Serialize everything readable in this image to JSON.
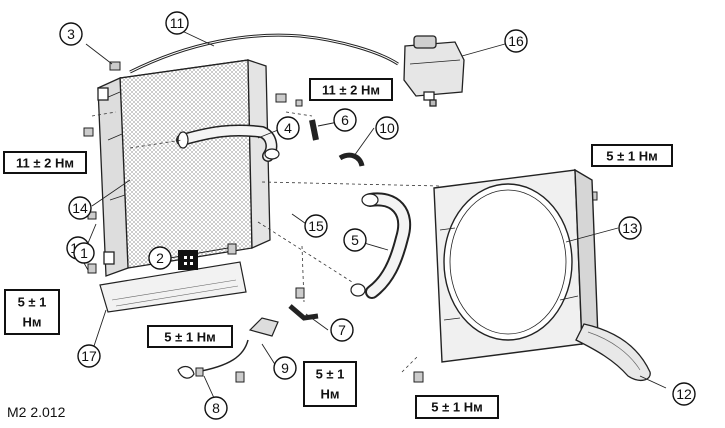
{
  "figure_ref": "M2 2.012",
  "callouts": [
    "1",
    "2",
    "3",
    "4",
    "5",
    "6",
    "7",
    "8",
    "9",
    "10",
    "11",
    "12",
    "13",
    "14",
    "15",
    "15",
    "16",
    "17"
  ],
  "torque": {
    "t11": "11 ± 2 Нм",
    "t5": "5 ± 1 Нм",
    "t5_value": "5 ± 1",
    "unit": "Нм"
  }
}
